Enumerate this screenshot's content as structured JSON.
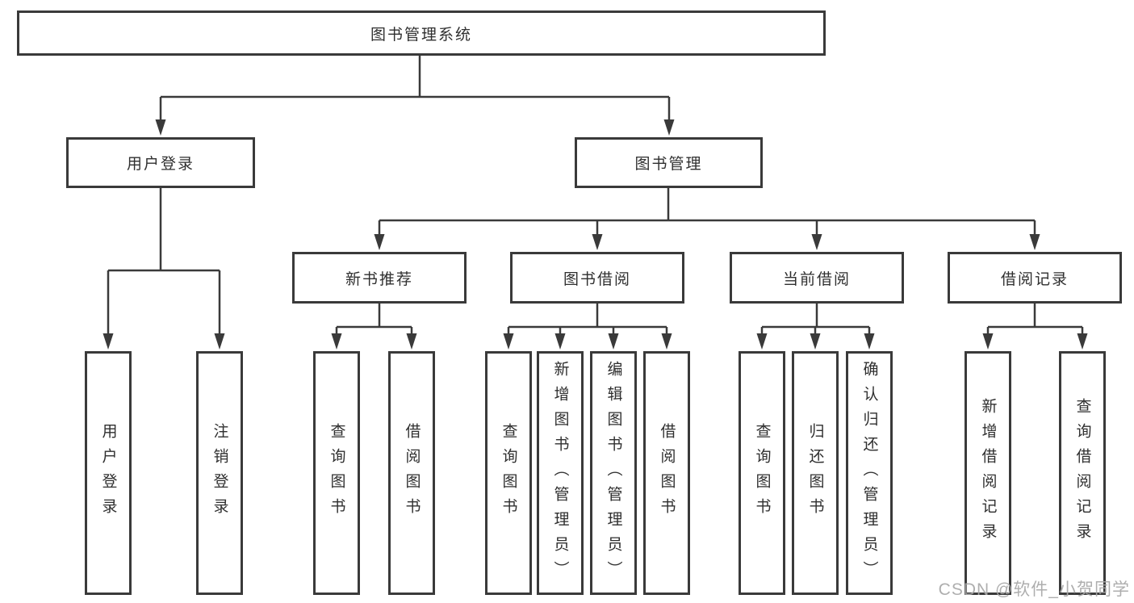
{
  "diagram": {
    "title": "图书管理系统",
    "root": {
      "label": "图书管理系统"
    },
    "level2": [
      {
        "label": "用户登录",
        "parent": "图书管理系统"
      },
      {
        "label": "图书管理",
        "parent": "图书管理系统"
      }
    ],
    "level3": [
      {
        "label": "新书推荐",
        "parent": "图书管理"
      },
      {
        "label": "图书借阅",
        "parent": "图书管理"
      },
      {
        "label": "当前借阅",
        "parent": "图书管理"
      },
      {
        "label": "借阅记录",
        "parent": "图书管理"
      }
    ],
    "leaves": [
      {
        "label": "用户登录",
        "parent": "用户登录"
      },
      {
        "label": "注销登录",
        "parent": "用户登录"
      },
      {
        "label": "查询图书",
        "parent": "新书推荐"
      },
      {
        "label": "借阅图书",
        "parent": "新书推荐"
      },
      {
        "label": "查询图书",
        "parent": "图书借阅"
      },
      {
        "label": "新增图书（管理员）",
        "parent": "图书借阅"
      },
      {
        "label": "编辑图书（管理员）",
        "parent": "图书借阅"
      },
      {
        "label": "借阅图书",
        "parent": "图书借阅"
      },
      {
        "label": "查询图书",
        "parent": "当前借阅"
      },
      {
        "label": "归还图书",
        "parent": "当前借阅"
      },
      {
        "label": "确认归还（管理员）",
        "parent": "当前借阅"
      },
      {
        "label": "新增借阅记录",
        "parent": "借阅记录"
      },
      {
        "label": "查询借阅记录",
        "parent": "借阅记录"
      }
    ]
  },
  "watermark": {
    "text": "CSDN @软件_小贺同学",
    "color": "#a8a8a8"
  },
  "colors": {
    "line": "#3a3a3a",
    "text": "#2f2f2f",
    "background": "#ffffff"
  }
}
